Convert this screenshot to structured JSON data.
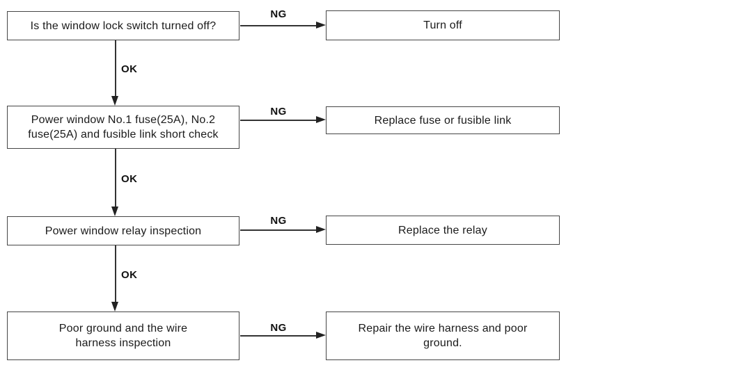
{
  "colors": {
    "background": "#ffffff",
    "box_border": "#454545",
    "connector_line": "#333333",
    "text": "#1a1a1a"
  },
  "flowchart": {
    "rows": [
      {
        "step": "Is the window lock switch turned off?",
        "ng_label": "NG",
        "action": "Turn off",
        "ok_label": "OK"
      },
      {
        "step": "Power window No.1 fuse(25A), No.2\nfuse(25A) and fusible link short check",
        "ng_label": "NG",
        "action": "Replace fuse or fusible link",
        "ok_label": "OK"
      },
      {
        "step": "Power window relay inspection",
        "ng_label": "NG",
        "action": "Replace the relay",
        "ok_label": "OK"
      },
      {
        "step": "Poor ground and the wire\nharness inspection",
        "ng_label": "NG",
        "action": "Repair the wire harness and poor\nground."
      }
    ]
  }
}
